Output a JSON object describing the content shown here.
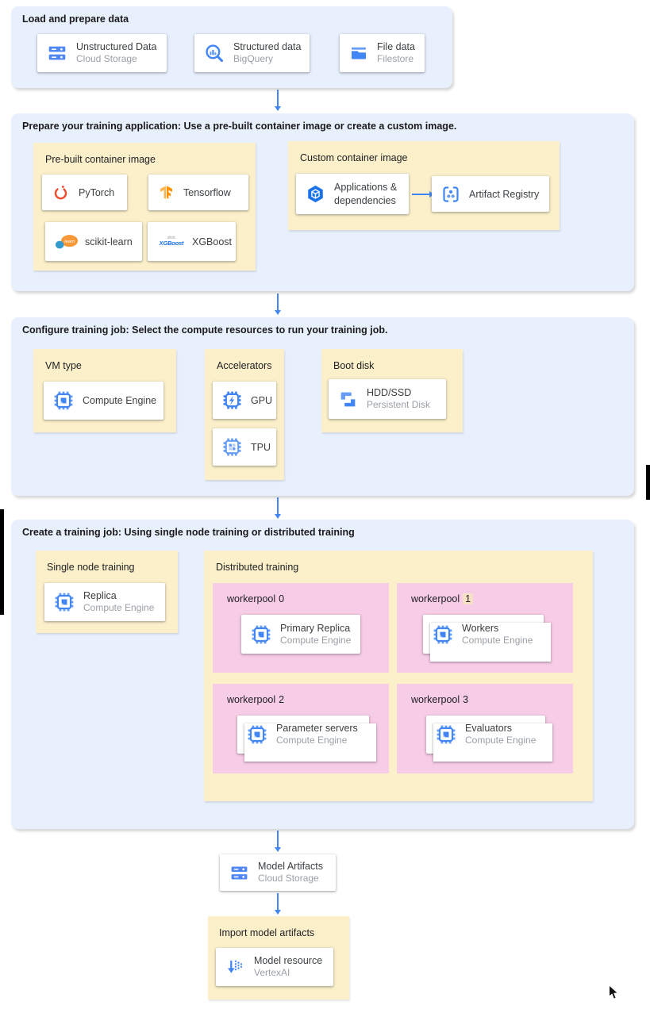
{
  "colors": {
    "section_bg": "#e8f0fe",
    "panel_bg": "#fbf0ca",
    "pool_bg": "#f7cce6",
    "accent_blue": "#4285f4",
    "accent_blue_light": "#669df6",
    "pytorch_orange": "#ee4c2c",
    "tensorflow_orange": "#ff9100",
    "text_dark": "#3c4043",
    "text_gray": "#9aa0a6",
    "highlight_bg": "#f8e0c6"
  },
  "s1": {
    "title": "Load and prepare data",
    "cards": [
      {
        "title": "Unstructured Data",
        "subtitle": "Cloud Storage",
        "icon": "cloud-storage-icon"
      },
      {
        "title": "Structured data",
        "subtitle": "BigQuery",
        "icon": "bigquery-icon"
      },
      {
        "title": "File data",
        "subtitle": "Filestore",
        "icon": "filestore-icon"
      }
    ]
  },
  "s2": {
    "title": "Prepare your training application: Use a pre-built container image or create a custom image.",
    "prebuilt": {
      "title": "Pre-built container image",
      "cards": [
        {
          "title": "PyTorch",
          "icon": "pytorch-icon"
        },
        {
          "title": "Tensorflow",
          "icon": "tensorflow-icon"
        },
        {
          "title": "scikit-learn",
          "icon": "scikit-learn-icon"
        },
        {
          "title": "XGBoost",
          "icon": "xgboost-icon"
        }
      ]
    },
    "custom": {
      "title": "Custom container image",
      "cards": [
        {
          "title": "Applications & dependencies",
          "icon": "applications-dependencies-icon"
        },
        {
          "title": "Artifact Registry",
          "icon": "artifact-registry-icon"
        }
      ]
    }
  },
  "s3": {
    "title": "Configure training job: Select the compute resources to run your training job.",
    "vm_type": {
      "title": "VM type",
      "card": {
        "title": "Compute Engine",
        "icon": "compute-engine-icon"
      }
    },
    "accelerators": {
      "title": "Accelerators",
      "cards": [
        {
          "title": "GPU",
          "icon": "gpu-icon"
        },
        {
          "title": "TPU",
          "icon": "tpu-icon"
        }
      ]
    },
    "boot_disk": {
      "title": "Boot disk",
      "card": {
        "title": "HDD/SSD",
        "subtitle": "Persistent Disk",
        "icon": "persistent-disk-icon"
      }
    }
  },
  "s4": {
    "title": "Create a training job: Using single node training or distributed training",
    "single": {
      "title": "Single node training",
      "card": {
        "title": "Replica",
        "subtitle": "Compute Engine",
        "icon": "compute-engine-icon"
      }
    },
    "distributed": {
      "title": "Distributed training",
      "pools": [
        {
          "prefix": "workerpool",
          "num": "0",
          "card": {
            "title": "Primary Replica",
            "subtitle": "Compute Engine",
            "icon": "compute-engine-icon"
          }
        },
        {
          "prefix": "workerpool",
          "num": "1",
          "card": {
            "title": "Workers",
            "subtitle": "Compute Engine",
            "icon": "compute-engine-icon"
          }
        },
        {
          "prefix": "workerpool",
          "num": "2",
          "card": {
            "title": "Parameter servers",
            "subtitle": "Compute Engine",
            "icon": "compute-engine-icon"
          }
        },
        {
          "prefix": "workerpool",
          "num": "3",
          "card": {
            "title": "Evaluators",
            "subtitle": "Compute Engine",
            "icon": "compute-engine-icon"
          }
        }
      ]
    }
  },
  "model_artifacts": {
    "title": "Model Artifacts",
    "subtitle": "Cloud Storage",
    "icon": "cloud-storage-icon"
  },
  "import_box": {
    "title": "Import model artifacts",
    "card": {
      "title": "Model resource",
      "subtitle": "VertexAI",
      "icon": "vertex-ai-icon"
    }
  },
  "logos": {
    "sklearn_script": "learn",
    "xgboost_top": "dmlc",
    "xgboost_main": "XGBoost"
  }
}
